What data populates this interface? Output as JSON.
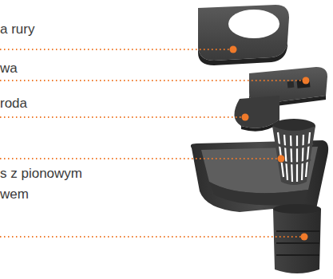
{
  "diagram": {
    "labels": [
      "a rury",
      "wa",
      "roda",
      "s z pionowym wem"
    ]
  }
}
